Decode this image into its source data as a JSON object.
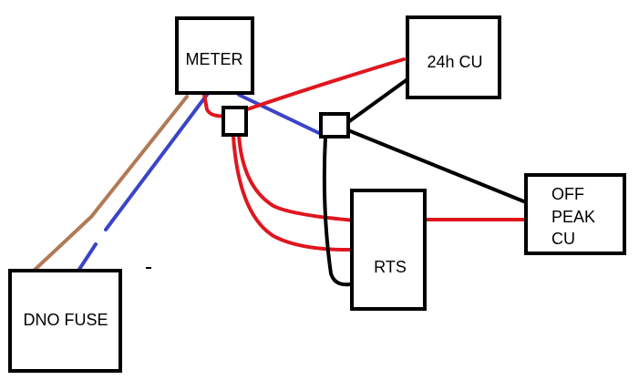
{
  "colors": {
    "live": "#e0161e",
    "neutral": "#3b44c8",
    "control": "#000000",
    "supply_live": "#b07a55",
    "background": "#ffffff"
  },
  "boxes": {
    "meter": {
      "label": "METER"
    },
    "cu_24h": {
      "label": "24h CU"
    },
    "off_peak_cu": {
      "lines": [
        "OFF",
        "PEAK",
        "CU"
      ]
    },
    "rts": {
      "label": "RTS"
    },
    "dno_fuse": {
      "label": "DNO FUSE"
    }
  }
}
